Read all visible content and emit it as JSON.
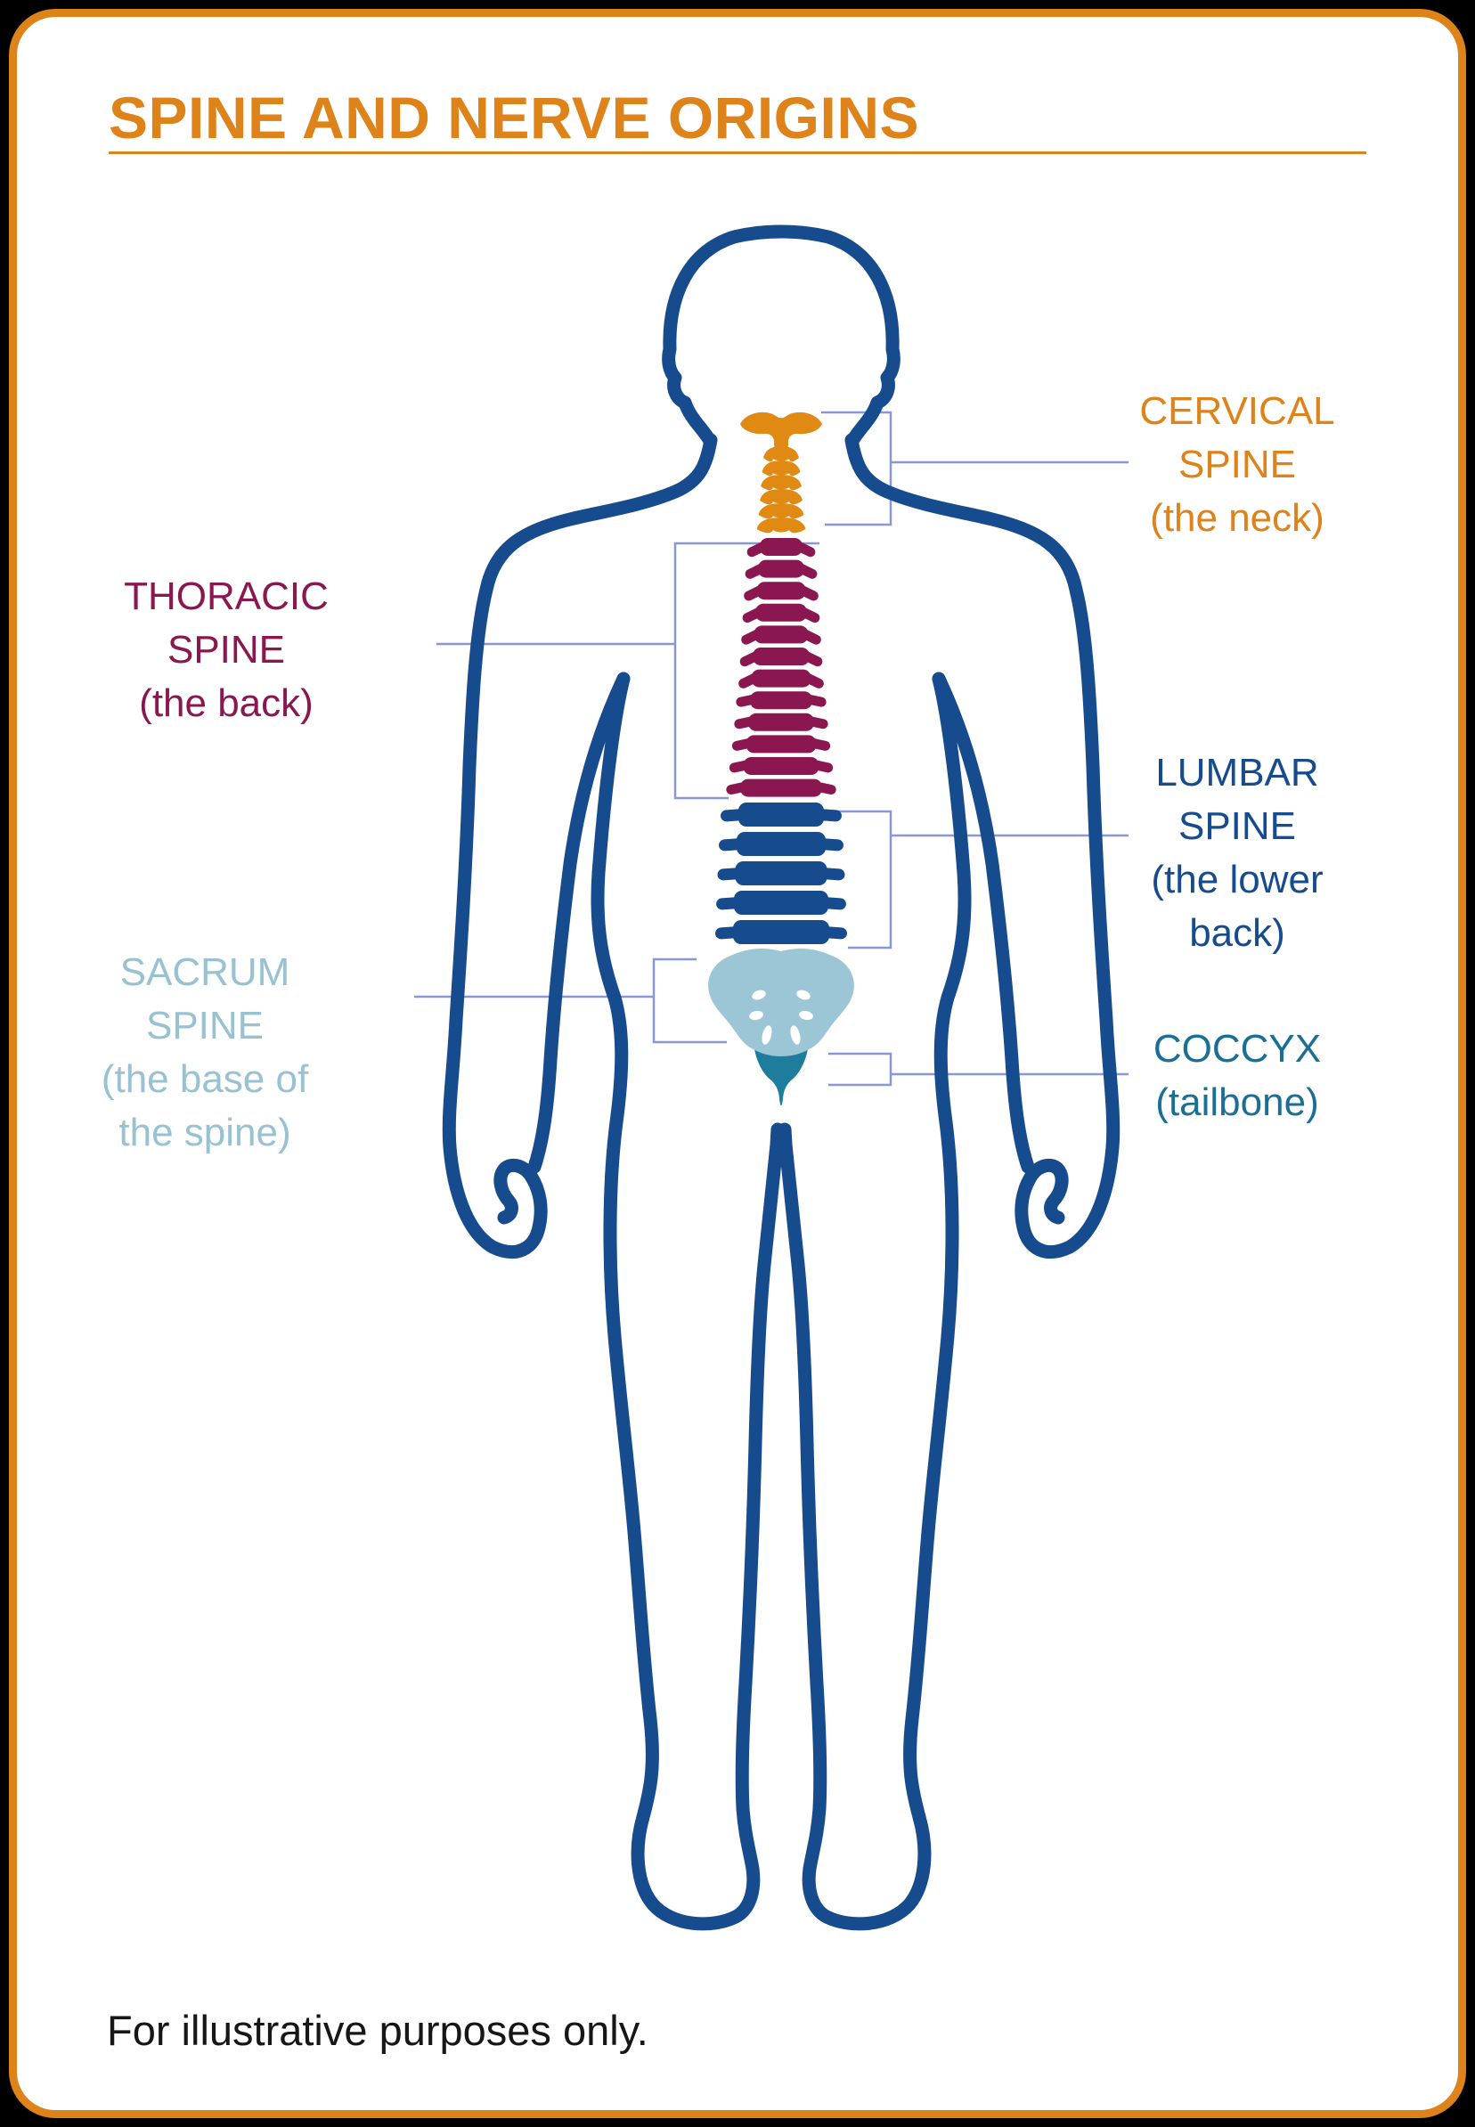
{
  "card": {
    "title": "SPINE AND NERVE ORIGINS",
    "title_color": "#DE821A",
    "border_color": "#DE821A",
    "footer": "For illustrative purposes only."
  },
  "diagram": {
    "body_outline_color": "#164B8E",
    "leader_line_color": "#8A97D6",
    "foramina_color": "#FFFFFF",
    "segments": [
      {
        "id": "cervical",
        "label": "CERVICAL SPINE",
        "sublabel": "(the neck)",
        "bone_color": "#E08A14",
        "label_color": "#DE821A",
        "vertebrae": 7
      },
      {
        "id": "thoracic",
        "label": "THORACIC SPINE",
        "sublabel": "(the back)",
        "bone_color": "#8B1750",
        "label_color": "#8B1750",
        "vertebrae": 12
      },
      {
        "id": "lumbar",
        "label": "LUMBAR SPINE",
        "sublabel": "(the lower back)",
        "bone_color": "#164B8E",
        "label_color": "#164B8E",
        "vertebrae": 5
      },
      {
        "id": "sacrum",
        "label": "SACRUM SPINE",
        "sublabel": "(the base of the spine)",
        "bone_color": "#9CC6D6",
        "label_color": "#98C2D2"
      },
      {
        "id": "coccyx",
        "label": "COCCYX",
        "sublabel": "(tailbone)",
        "bone_color": "#1E7C9C",
        "label_color": "#1B6F94"
      }
    ]
  }
}
